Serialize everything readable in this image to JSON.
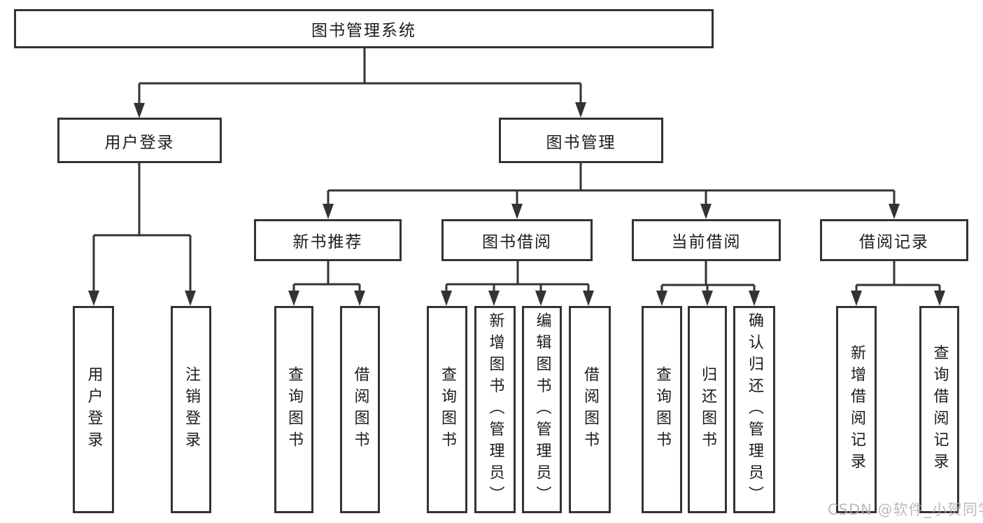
{
  "diagram_title": "图书管理系统",
  "tree": {
    "root": "图书管理系统",
    "branches": [
      {
        "label": "用户登录",
        "children": [
          {
            "label": "用户登录"
          },
          {
            "label": "注销登录"
          }
        ]
      },
      {
        "label": "图书管理",
        "children": [
          {
            "label": "新书推荐",
            "children": [
              {
                "label": "查询图书"
              },
              {
                "label": "借阅图书"
              }
            ]
          },
          {
            "label": "图书借阅",
            "children": [
              {
                "label": "查询图书"
              },
              {
                "label": "新增图书（管理员）"
              },
              {
                "label": "编辑图书（管理员）"
              },
              {
                "label": "借阅图书"
              }
            ]
          },
          {
            "label": "当前借阅",
            "children": [
              {
                "label": "查询图书"
              },
              {
                "label": "归还图书"
              },
              {
                "label": "确认归还（管理员）"
              }
            ]
          },
          {
            "label": "借阅记录",
            "children": [
              {
                "label": "新增借阅记录"
              },
              {
                "label": "查询借阅记录"
              }
            ]
          }
        ]
      }
    ]
  },
  "watermark": {
    "text": "CSDN @软件_小贺同学",
    "color": "#b2b2b2"
  },
  "colors": {
    "line": "#333333",
    "box_border": "#333333",
    "box_background": "#ffffff",
    "text": "#1c1c1e",
    "page_background": "#ffffff"
  }
}
